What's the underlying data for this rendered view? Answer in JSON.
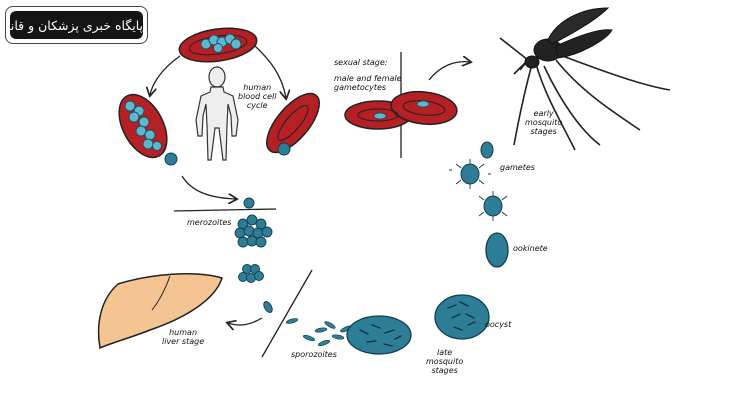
{
  "badge": {
    "text": "پایگاه خبری پزشکان و قانون"
  },
  "labels": {
    "human_blood_cycle": [
      "human",
      "blood cell",
      "cycle"
    ],
    "sexual_stage": "sexual stage:",
    "gametocytes": [
      "male and female",
      "gametocytes"
    ],
    "early_mosquito": [
      "early",
      "mosquito",
      "stages"
    ],
    "gametes": "gametes",
    "ookinete": "ookinete",
    "merozoites": "merozoites",
    "oocyst": "oocyst",
    "late_mosquito": [
      "late",
      "mosquito",
      "stages"
    ],
    "sporozoites": "sporozoites",
    "human_liver": [
      "human",
      "liver stage"
    ]
  },
  "colors": {
    "rbc": "#b52024",
    "parasite": "#2e7d96",
    "parasite_light": "#5db7cf",
    "liver": "#f4c592",
    "mosquito": "#222222",
    "line": "#222222"
  }
}
